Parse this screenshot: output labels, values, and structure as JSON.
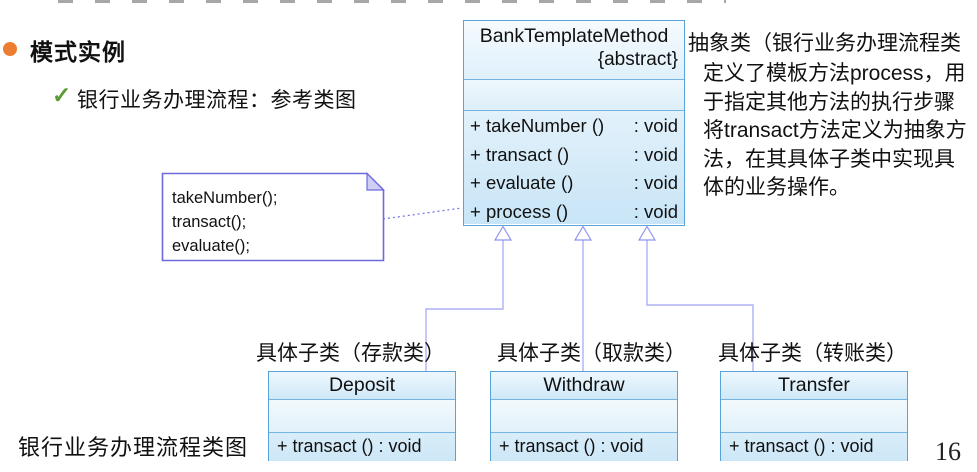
{
  "slide": {
    "title": "模式实例",
    "subtitle": "银行业务办理流程：参考类图",
    "caption": "银行业务办理流程类图",
    "page_number": "16"
  },
  "note": {
    "lines": [
      "takeNumber();",
      "transact();",
      "evaluate();"
    ]
  },
  "uml": {
    "parent": {
      "name": "BankTemplateMethod",
      "stereotype": "{abstract}",
      "methods": [
        {
          "sig": "+ takeNumber ()",
          "ret": ": void"
        },
        {
          "sig": "+ transact ()",
          "ret": ": void"
        },
        {
          "sig": "+ evaluate ()",
          "ret": ": void"
        },
        {
          "sig": "+ process ()",
          "ret": ": void"
        }
      ]
    },
    "subclasses": [
      {
        "label": "具体子类（存款类）",
        "name": "Deposit",
        "method": "+ transact () : void"
      },
      {
        "label": "具体子类（取款类）",
        "name": "Withdraw",
        "method": "+ transact () : void"
      },
      {
        "label": "具体子类（转账类）",
        "name": "Transfer",
        "method": "+ transact () : void"
      }
    ]
  },
  "annotation": {
    "abstract_class_label": "抽象类（银行业务办理流程类",
    "description_lines": [
      "定义了模板方法process，用",
      "于指定其他方法的执行步骤",
      "将transact方法定义为抽象方",
      "法，在其具体子类中实现具",
      "体的业务操作。"
    ]
  },
  "colors": {
    "accent_orange": "#ED7D31",
    "check_green": "#5E9B34",
    "class_border_blue": "#58A4DA",
    "connector_purple": "#AEB0F4",
    "note_border_purple": "#6B6BDD"
  }
}
